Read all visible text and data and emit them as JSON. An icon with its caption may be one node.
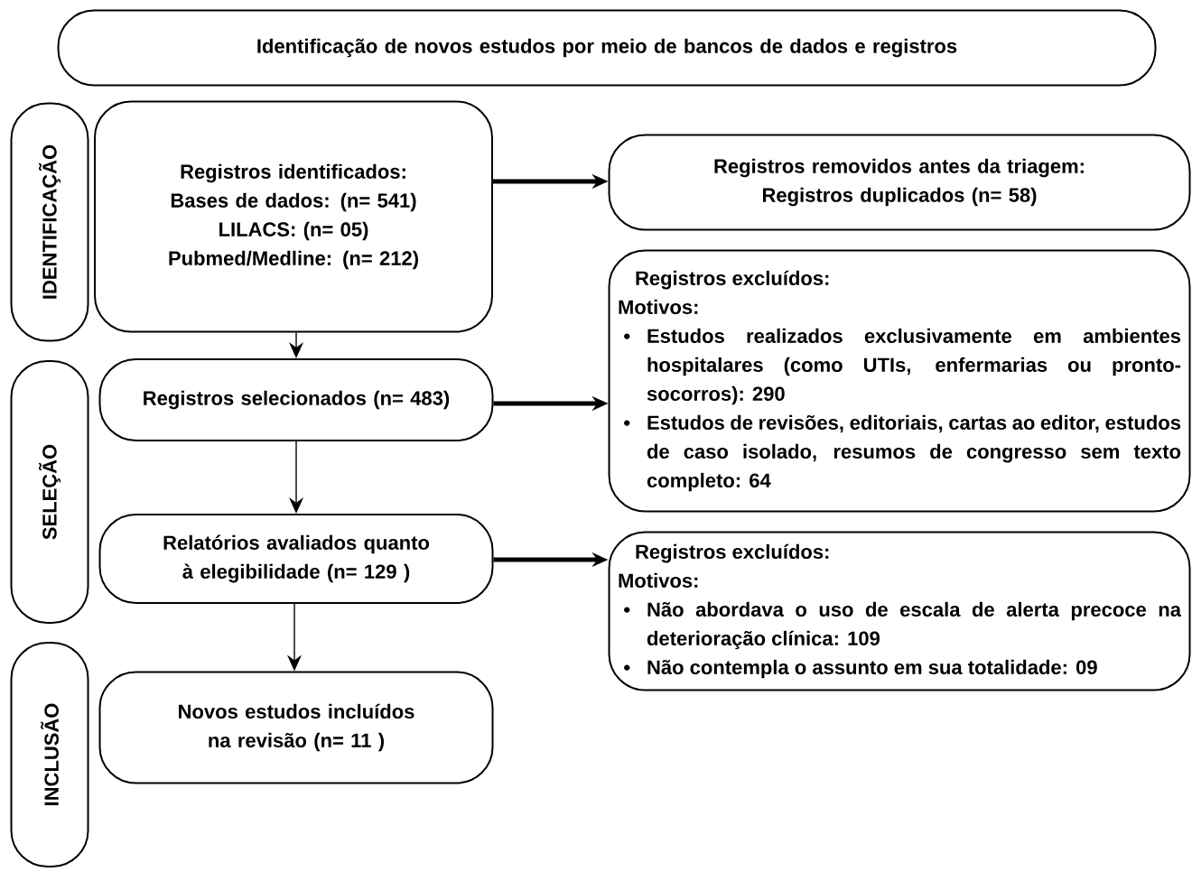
{
  "diagram": {
    "nodes": [
      {
        "text": [
          "Identificação de novos estudos por meio de bancos de dados e registros"
        ]
      },
      {
        "text": [
          "IDENTIFICAÇÃO"
        ]
      },
      {
        "text": [
          "SELEÇÃO"
        ]
      },
      {
        "text": [
          "INCLUSÃO"
        ]
      },
      {
        "text": [
          "Registros identificados:",
          "Bases de dados: (n= 541)",
          "LILACS: (n= 05)",
          "Pubmed/Medline: (n= 212)"
        ]
      },
      {
        "text": [
          "Registros removidos antes da triagem:",
          "Registros duplicados (n= 58)"
        ]
      },
      {
        "text": [
          "Registros selecionados (n= 483)"
        ]
      },
      {
        "text": [
          "Registros excluídos:",
          "Motivos:",
          "Estudos realizados exclusivamente em ambientes hospitalares (como UTIs, enfermarias ou pronto-socorros): 290",
          "Estudos de revisões, editoriais, cartas ao editor, estudos de caso isolado, resumos de congresso sem texto completo: 64"
        ]
      },
      {
        "text": [
          "Relatórios avaliados quanto à elegibilidade  (n= 129 )"
        ]
      },
      {
        "text": [
          "Registros excluídos:",
          "Motivos:",
          "Não abordava o uso de escala de alerta precoce na deterioração clínica: 109",
          "Não contempla o assunto em sua totalidade: 09"
        ]
      },
      {
        "text": [
          "Novos estudos incluídos na revisão (n= 11 )"
        ]
      }
    ],
    "edges": [
      {
        "from": 4,
        "to": 5,
        "arrow": "to",
        "style": "thick"
      },
      {
        "from": 4,
        "to": 6,
        "arrow": "to"
      },
      {
        "from": 6,
        "to": 7,
        "arrow": "to",
        "style": "thick"
      },
      {
        "from": 6,
        "to": 8,
        "arrow": "to"
      },
      {
        "from": 8,
        "to": 9,
        "arrow": "to",
        "style": "thick"
      },
      {
        "from": 8,
        "to": 10,
        "arrow": "to"
      }
    ]
  }
}
